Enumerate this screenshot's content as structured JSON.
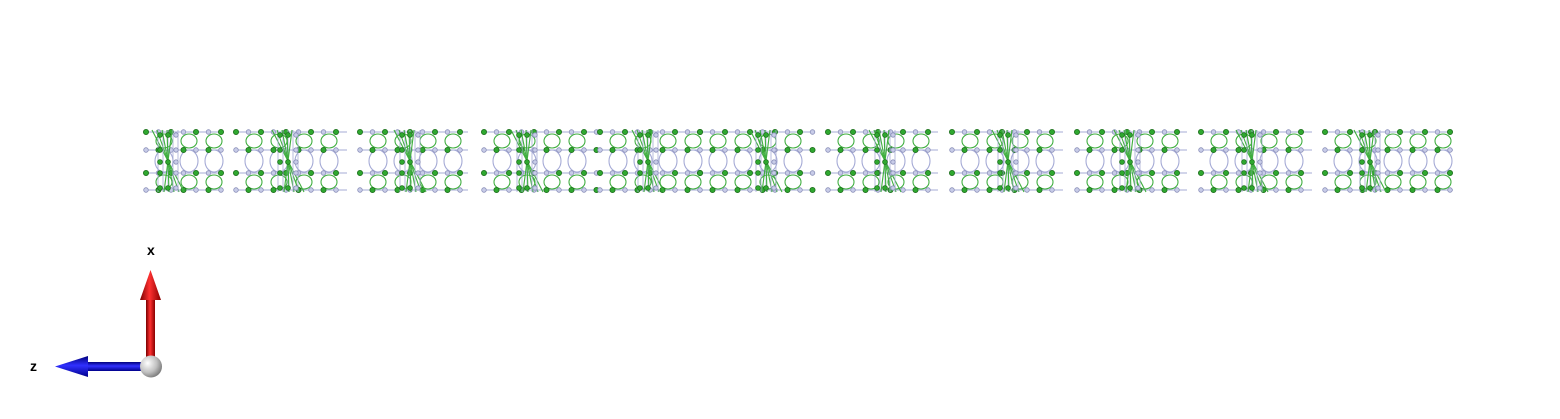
{
  "viewer": {
    "background": "#ffffff"
  },
  "structure": {
    "description_visible": false,
    "tube_count": 10,
    "colors": {
      "atom_a": "#2fa82f",
      "atom_a_dark": "#1d6e1d",
      "atom_b": "#c8cce8",
      "atom_b_stroke": "#8a8fb8",
      "bond_a": "#3fae3f",
      "bond_b": "#a6abd6"
    }
  },
  "axes": {
    "x_label": "x",
    "z_label": "z",
    "x_color": "#e01010",
    "z_color": "#1010e0",
    "origin_color": "#c8c8c8"
  }
}
